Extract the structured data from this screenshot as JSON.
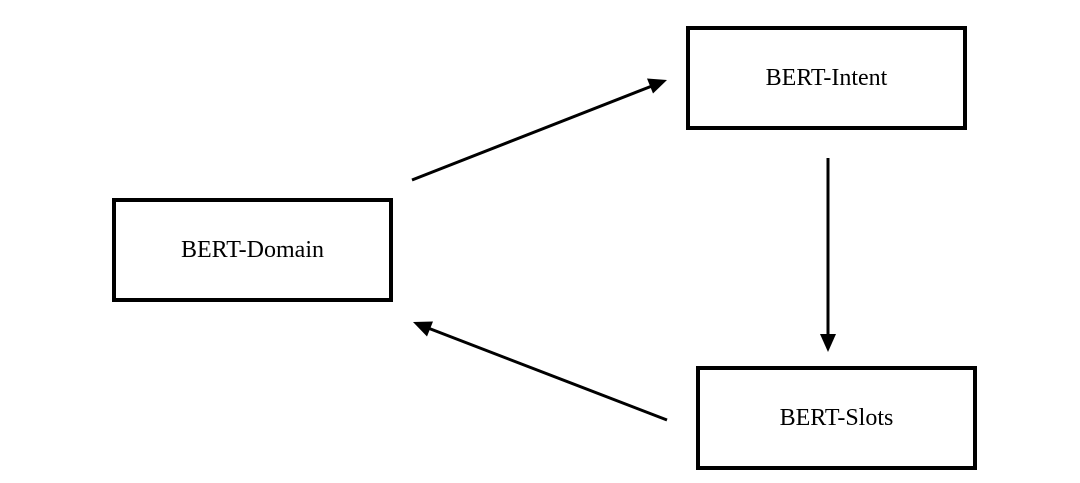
{
  "diagram": {
    "nodes": {
      "domain": {
        "label": "BERT-Domain"
      },
      "intent": {
        "label": "BERT-Intent"
      },
      "slots": {
        "label": "BERT-Slots"
      }
    },
    "edges": [
      {
        "from": "domain",
        "to": "intent"
      },
      {
        "from": "intent",
        "to": "slots"
      },
      {
        "from": "slots",
        "to": "domain"
      }
    ],
    "colors": {
      "stroke": "#000000",
      "background": "#ffffff"
    }
  }
}
